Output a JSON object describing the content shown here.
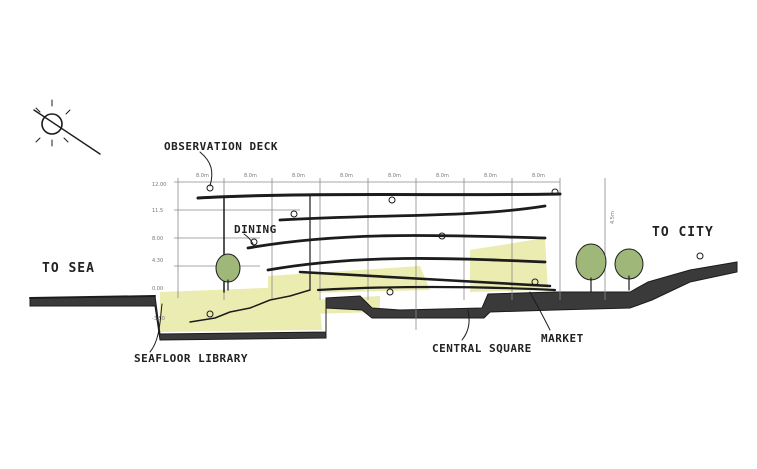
{
  "labels": {
    "observation_deck": "OBSERVATION DECK",
    "dining": "DINING",
    "to_sea": "TO SEA",
    "to_city": "TO CITY",
    "seafloor_library": "SEAFLOOR LIBRARY",
    "central_square": "CENTRAL SQUARE",
    "market": "MARKET"
  },
  "grid": {
    "bay_dimensions": [
      "8.0m",
      "8.0m",
      "8.0m",
      "8.0m",
      "8.0m",
      "8.0m",
      "8.0m",
      "8.0m"
    ],
    "level_marks": [
      "12.00",
      "11.5",
      "8.00",
      "4.30",
      "0.00",
      "-3.50"
    ],
    "height_note": "4.5m"
  },
  "colors": {
    "ink": "#1c1c1c",
    "ground_fill": "#3a3a3a",
    "highlight_yellow": "#e8eaa8",
    "tree_green": "#9fb87a"
  },
  "icons": {
    "sun": "sun-icon",
    "trees": "tree-icon",
    "people": "person-icon"
  }
}
